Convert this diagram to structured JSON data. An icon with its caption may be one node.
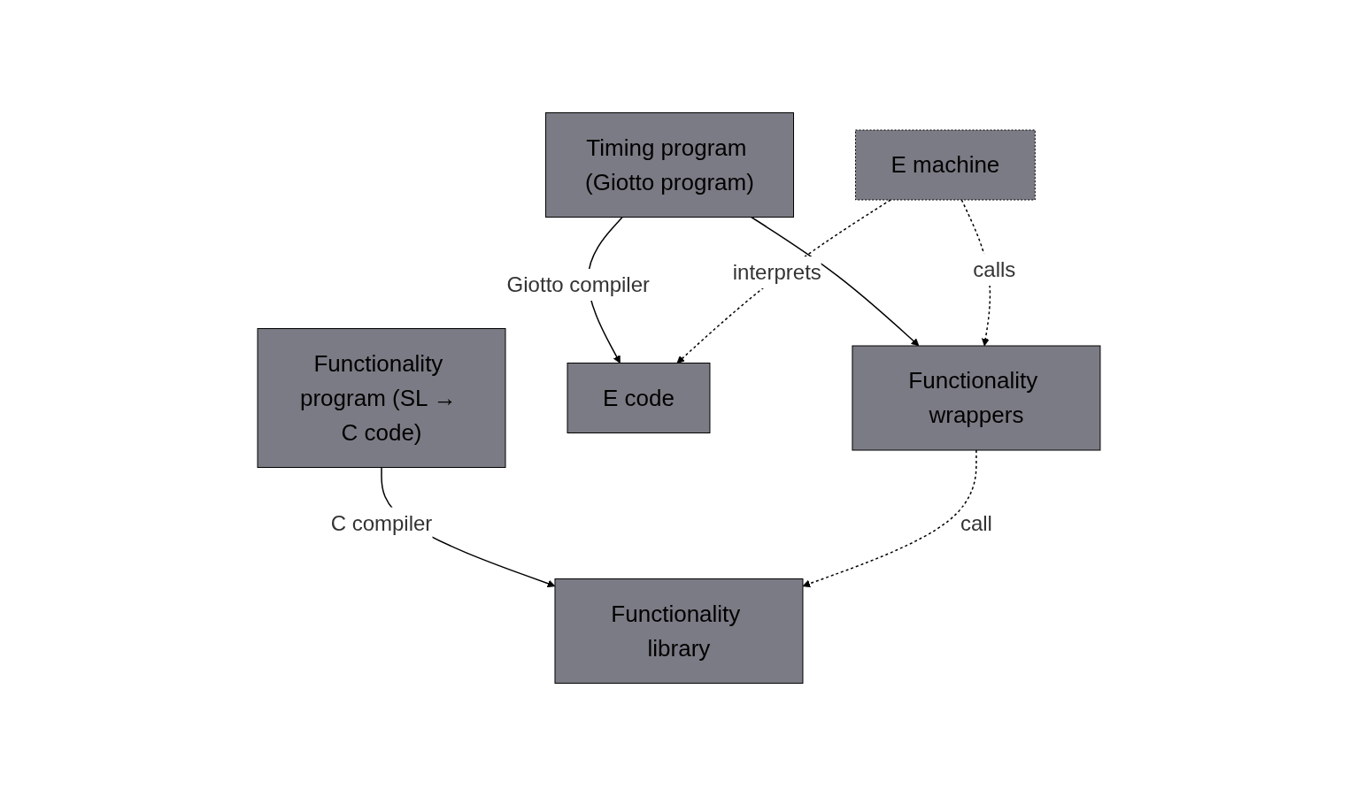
{
  "diagram": {
    "nodes": [
      {
        "text": [
          "Timing program (Giotto program)"
        ]
      },
      {
        "text": [
          "Functionality program (SL → C code)"
        ]
      },
      {
        "text": [
          "E code"
        ]
      },
      {
        "text": [
          "Functionality wrappers"
        ]
      },
      {
        "text": [
          "Functionality library"
        ]
      },
      {
        "text": [
          "E machine"
        ]
      }
    ],
    "edges": [
      {
        "from": 0,
        "to": 2,
        "arrow": "to",
        "label": "Giotto compiler"
      },
      {
        "from": 0,
        "to": 3,
        "arrow": "to"
      },
      {
        "from": 1,
        "to": 4,
        "arrow": "to",
        "label": "C compiler"
      },
      {
        "from": 3,
        "to": 4,
        "arrow": "to",
        "label": "call",
        "style": "dashed"
      },
      {
        "from": 5,
        "to": 2,
        "arrow": "to",
        "label": "interprets",
        "style": "dashed"
      },
      {
        "from": 5,
        "to": 3,
        "arrow": "to",
        "label": "calls",
        "style": "dashed"
      }
    ]
  }
}
